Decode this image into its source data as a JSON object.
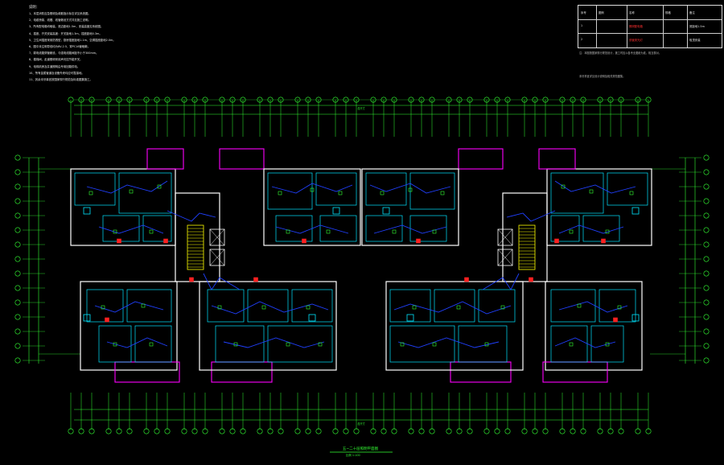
{
  "notes": {
    "heading": "说明：",
    "lines": [
      "1、本层消防应急照明及疏散指示标志详见系统图。",
      "2、电缆桥架、线槽、线管敷设方式详见施工说明。",
      "3、所有配电箱均暗装，底边距地1.5m，安装高度见系统图。",
      "4、插座、开关安装高度：开关距地1.3m，插座距地0.3m。",
      "5、卫生间插座采用防溅型，厨房插座距地1.1m，空调插座距地2.0m。",
      "6、图中未注明导线均为BV-2.5，穿PC16管暗敷。",
      "7、弱电线路穿管敷设，与强电线路间距不小于300mm。",
      "8、楼梯间、走道照明采用声光控节能开关。",
      "9、电梯机房及井道照明由专用回路供电。",
      "10、所有金属管道及设备外壳均应可靠接地。",
      "11、其余未尽事宜按国家现行规范及标准图集施工。"
    ]
  },
  "legend_table": {
    "rows": [
      [
        "序号",
        "图例",
        "名称",
        "规格",
        "备注"
      ],
      [
        "1",
        "",
        "照明配电箱",
        "",
        "底距地1.5m"
      ],
      [
        "2",
        "",
        "双管荧光灯",
        "",
        "吸顶安装"
      ]
    ],
    "notes": [
      "注：本图按国家现行规范设计，施工时应以各专业图纸为准，相互核对。",
      "未尽事宜详见设计说明及相关规范图集。"
    ]
  },
  "drawing": {
    "title": "五~二十层照明平面图",
    "scale": "比例  1:100",
    "dim_top_label": "总尺寸",
    "dim_bottom_label": "总尺寸",
    "colors": {
      "wall": "#ffffff",
      "cyan": "#00e5ff",
      "magenta": "#ff00ff",
      "green": "#33ff33",
      "wire": "#2040ff",
      "yellow": "#ffff00",
      "red": "#ff2020"
    }
  }
}
